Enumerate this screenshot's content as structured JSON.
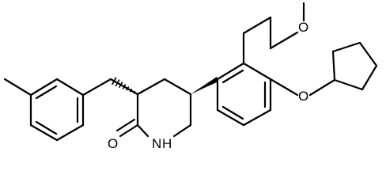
{
  "molecule": {
    "atoms": {
      "oxygen_carbonyl": "O",
      "nitrogen_amide": "N",
      "hydrogen_amide": "H",
      "oxygen_methoxy": "O",
      "oxygen_ether": "O"
    }
  }
}
